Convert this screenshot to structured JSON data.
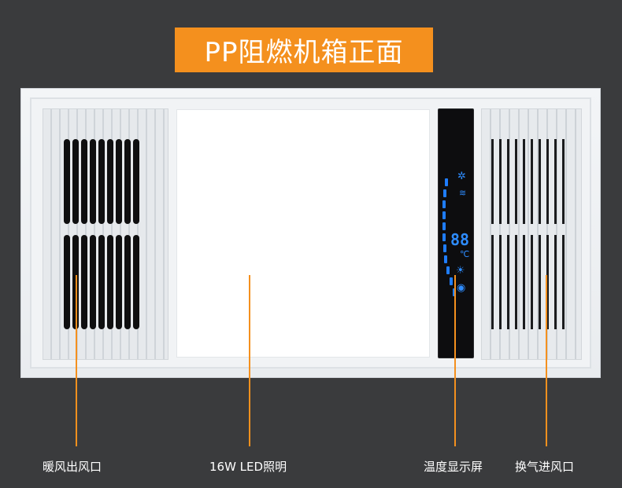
{
  "title": "PP阻燃机箱正面",
  "labels": {
    "warm_air": "暖风出风口",
    "led": "16W LED照明",
    "display": "温度显示屏",
    "vent": "换气进风口"
  },
  "display_digits": "88",
  "colors": {
    "accent": "#f4901e",
    "background": "#3a3b3d",
    "display_blue": "#2e8cff"
  }
}
